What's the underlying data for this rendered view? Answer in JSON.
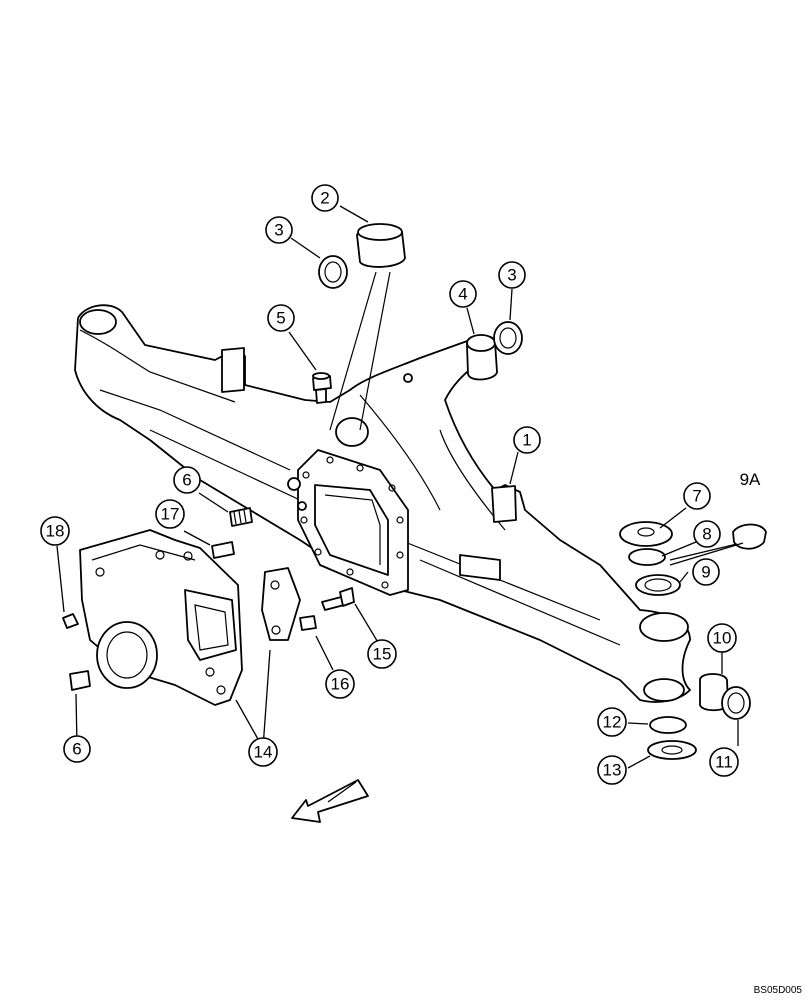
{
  "diagram": {
    "callouts": [
      {
        "id": "c1",
        "label": "1"
      },
      {
        "id": "c2",
        "label": "2"
      },
      {
        "id": "c3a",
        "label": "3"
      },
      {
        "id": "c3b",
        "label": "3"
      },
      {
        "id": "c4",
        "label": "4"
      },
      {
        "id": "c5",
        "label": "5"
      },
      {
        "id": "c6a",
        "label": "6"
      },
      {
        "id": "c6b",
        "label": "6"
      },
      {
        "id": "c7",
        "label": "7"
      },
      {
        "id": "c8",
        "label": "8"
      },
      {
        "id": "c9",
        "label": "9"
      },
      {
        "id": "c10",
        "label": "10"
      },
      {
        "id": "c11",
        "label": "11"
      },
      {
        "id": "c12",
        "label": "12"
      },
      {
        "id": "c13",
        "label": "13"
      },
      {
        "id": "c14",
        "label": "14"
      },
      {
        "id": "c15",
        "label": "15"
      },
      {
        "id": "c16",
        "label": "16"
      },
      {
        "id": "c17",
        "label": "17"
      },
      {
        "id": "c18",
        "label": "18"
      }
    ],
    "label_9a": "9A",
    "figure_code": "BS05D005"
  }
}
